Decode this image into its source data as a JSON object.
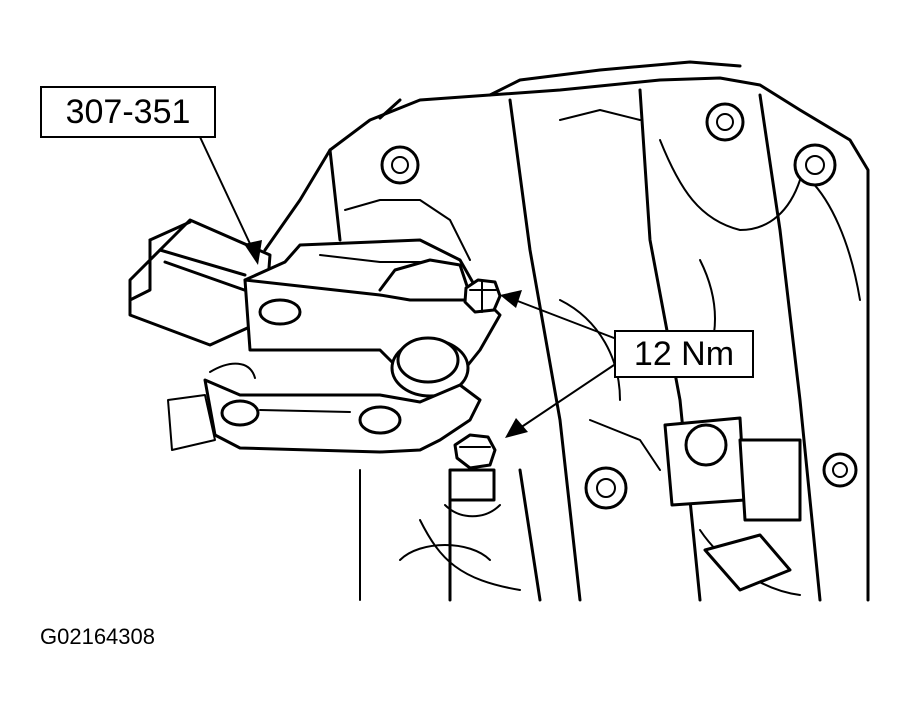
{
  "figure": {
    "callouts": {
      "tool": "307-351",
      "torque": "12 Nm"
    },
    "figure_id": "G02164308"
  }
}
